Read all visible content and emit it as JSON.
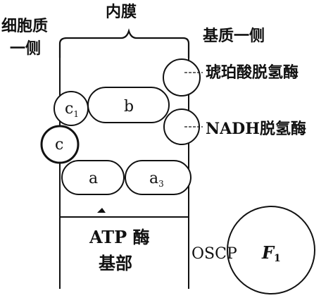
{
  "labels": {
    "cytoplasm_side_line1": "细胞质",
    "cytoplasm_side_line2": "一侧",
    "inner_membrane": "内膜",
    "matrix_side": "基质一侧",
    "succinate_dehydrogenase": "琥珀酸脱氢酶",
    "nadh_dehydrogenase": "NADH脱氢酶",
    "atpase_line1": "ATP 酶",
    "atpase_line2": "基部",
    "oscp": "OSCP",
    "f1": "F",
    "f1_sub": "1"
  },
  "components": {
    "c1_main": "c",
    "c1_sub": "1",
    "b": "b",
    "c": "c",
    "a": "a",
    "a3_main": "a",
    "a3_sub": "3"
  }
}
